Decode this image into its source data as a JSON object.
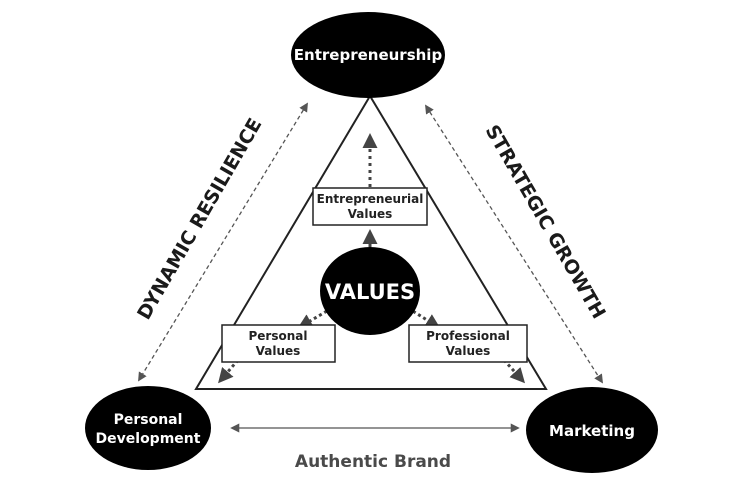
{
  "nodes": {
    "top": "Entrepreneurship",
    "bottom_left": [
      "Personal",
      "Development"
    ],
    "bottom_right": "Marketing",
    "center": "VALUES"
  },
  "boxes": {
    "entrepreneurial": [
      "Entrepreneurial",
      "Values"
    ],
    "personal": [
      "Personal",
      "Values"
    ],
    "professional": [
      "Professional",
      "Values"
    ]
  },
  "edges": {
    "left": "DYNAMIC RESILIENCE",
    "right": "STRATEGIC GROWTH",
    "bottom": "Authentic Brand"
  },
  "colors": {
    "node_fill": "#000000",
    "node_text": "#ffffff",
    "line": "#333333",
    "arrow": "#555555"
  }
}
